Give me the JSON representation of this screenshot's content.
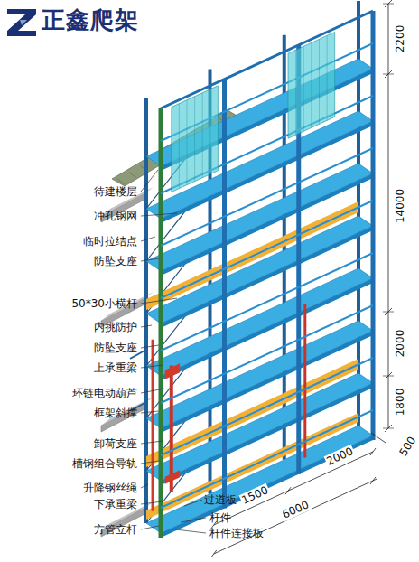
{
  "diagram": {
    "title": "正鑫爬架",
    "labels": [
      "待建楼层",
      "冲孔钢网",
      "临时拉结点",
      "防坠支座",
      "50*30小横杆",
      "内挑防护",
      "防坠支座",
      "上承重梁",
      "环链电动葫芦",
      "框架斜撑",
      "卸荷支座",
      "槽钢组合导轨",
      "升降钢丝绳",
      "下承重梁",
      "方管立杆",
      "过道板",
      "杆件",
      "杆件连接板",
      "2200",
      "14000",
      "2000",
      "1800",
      "500",
      "2000",
      "1500",
      "6000"
    ]
  }
}
